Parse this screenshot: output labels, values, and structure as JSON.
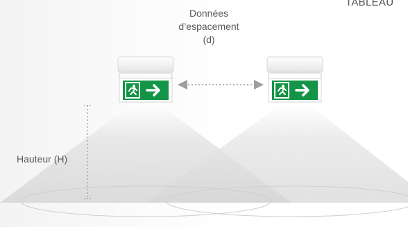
{
  "header": {
    "corner_text": "TABLEAU"
  },
  "labels": {
    "spacing_line1": "Données",
    "spacing_line2": "d’espacement",
    "spacing_line3": "(d)",
    "height": "Hauteur (H)"
  },
  "colors": {
    "sign_green": "#149447",
    "arrow_grey": "#9e9e9e",
    "dotted_line": "#a8a8a8",
    "housing": "#f2f2f2",
    "text": "#5a5a5a"
  },
  "icons": {
    "running_man": "running-man-icon",
    "arrow": "arrow-right-icon"
  }
}
